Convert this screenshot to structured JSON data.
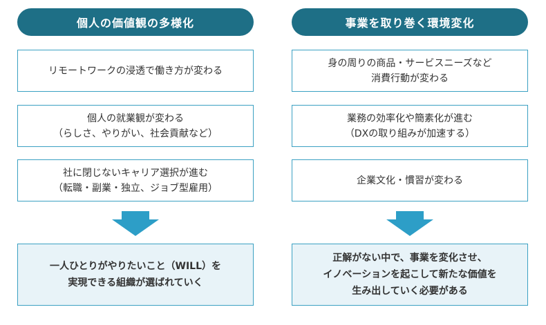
{
  "left": {
    "header": "個人の価値観の多様化",
    "items": [
      [
        "リモートワークの浸透で働き方が変わる"
      ],
      [
        "個人の就業観が変わる",
        "（らしさ、やりがい、社会貢献など）"
      ],
      [
        "社に閉じないキャリア選択が進む",
        "（転職・副業・独立、ジョブ型雇用）"
      ]
    ],
    "result": [
      "一人ひとりがやりたいこと（WILL）を",
      "実現できる組織が選ばれていく"
    ]
  },
  "right": {
    "header": "事業を取り巻く環境変化",
    "items": [
      [
        "身の周りの商品・サービスニーズなど",
        "消費行動が変わる"
      ],
      [
        "業務の効率化や簡素化が進む",
        "（DXの取り組みが加速する）"
      ],
      [
        "企業文化・慣習が変わる"
      ]
    ],
    "result": [
      "正解がない中で、事業を変化させ、",
      "イノベーションを起こして新たな価値を",
      "生み出していく必要がある"
    ]
  },
  "colors": {
    "header_bg": "#1e6f86",
    "box_border": "#3aa0c2",
    "arrow": "#2d9ec7",
    "result_bg": "#e8f3f8"
  }
}
